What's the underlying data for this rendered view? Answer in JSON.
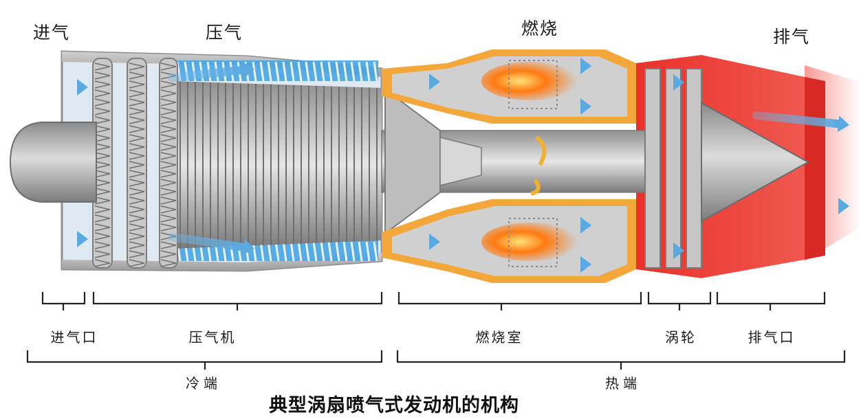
{
  "stages": {
    "intake": "进气",
    "compression": "压气",
    "combustion": "燃烧",
    "exhaust": "排气"
  },
  "sections": {
    "inlet": "进气口",
    "compressor": "压气机",
    "combustor": "燃烧室",
    "turbine": "涡轮",
    "nozzle": "排气口"
  },
  "ends": {
    "cold": "冷端",
    "hot": "热端"
  },
  "caption": "典型涡扇喷气式发动机的机构",
  "colors": {
    "cold_flow": "#6fb8e8",
    "compressor_blade": "#3d9fe0",
    "combustor_shell": "#f0a030",
    "flame": "#ff6a00",
    "hot_section": "#e8322a",
    "metal": "#9a9a9a"
  }
}
